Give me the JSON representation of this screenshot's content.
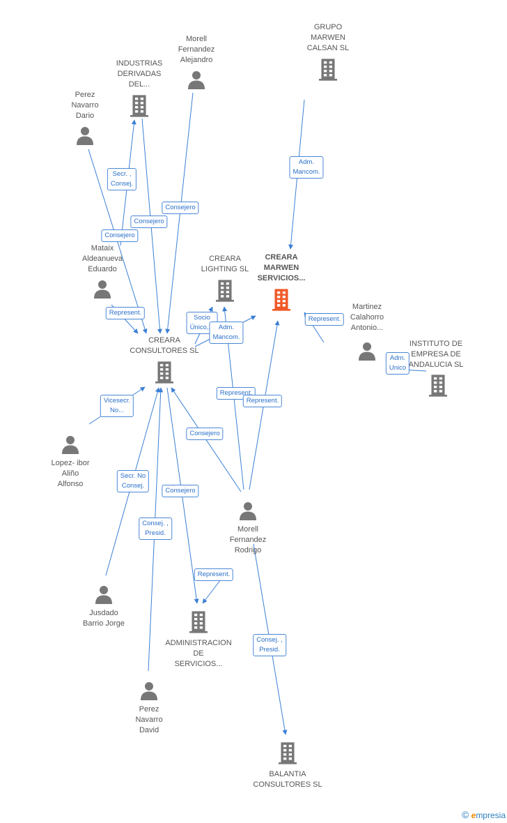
{
  "colors": {
    "edge": "#3a7fd5",
    "person": "#777777",
    "company": "#777777",
    "focus": "#f05a28"
  },
  "nodes": [
    {
      "id": "industrias",
      "kind": "company",
      "label": "INDUSTRIAS\nDERIVADAS\nDEL..."
    },
    {
      "id": "morell_alejandro",
      "kind": "person",
      "label": "Morell\nFernandez\nAlejandro"
    },
    {
      "id": "grupo_marwen",
      "kind": "company",
      "label": "GRUPO\nMARWEN\nCALSAN SL"
    },
    {
      "id": "perez_dario",
      "kind": "person",
      "label": "Perez\nNavarro\nDario"
    },
    {
      "id": "mataix",
      "kind": "person",
      "label": "Mataix\nAldeanueva\nEduardo"
    },
    {
      "id": "creara_lighting",
      "kind": "company",
      "label": "CREARA\nLIGHTING SL"
    },
    {
      "id": "creara_marwen",
      "kind": "company",
      "focus": true,
      "label": "CREARA\nMARWEN\nSERVICIOS..."
    },
    {
      "id": "martinez",
      "kind": "person",
      "label": "Martinez\nCalahorro\nAntonio..."
    },
    {
      "id": "instituto",
      "kind": "company",
      "label": "INSTITUTO DE\nEMPRESA DE\nANDALUCIA SL"
    },
    {
      "id": "creara_consultores",
      "kind": "company",
      "label": "CREARA\nCONSULTORES SL"
    },
    {
      "id": "lopez",
      "kind": "person",
      "label": "Lopez- ibor\nAliño\nAlfonso"
    },
    {
      "id": "morell_rodrigo",
      "kind": "person",
      "label": "Morell\nFernandez\nRodrigo"
    },
    {
      "id": "jusdado",
      "kind": "person",
      "label": "Jusdado\nBarrio Jorge"
    },
    {
      "id": "administracion",
      "kind": "company",
      "label": "ADMINISTRACION\nDE\nSERVICIOS..."
    },
    {
      "id": "perez_david",
      "kind": "person",
      "label": "Perez\nNavarro\nDavid"
    },
    {
      "id": "balantia",
      "kind": "company",
      "label": "BALANTIA\nCONSULTORES SL"
    }
  ],
  "edges": [
    {
      "from": "grupo_marwen",
      "to": "creara_marwen",
      "label": "Adm.\nMancom."
    },
    {
      "from": "perez_dario",
      "to": "creara_consultores",
      "label": "Secr. ,\nConsej."
    },
    {
      "from": "mataix",
      "to": "industrias",
      "label": "Consejero"
    },
    {
      "from": "morell_alejandro",
      "to": "creara_consultores",
      "label": "Consejero"
    },
    {
      "from": "industrias",
      "to": "creara_consultores",
      "label": "Consejero"
    },
    {
      "from": "mataix",
      "to": "creara_consultores",
      "label": "Represent."
    },
    {
      "from": "creara_consultores",
      "to": "creara_lighting",
      "label": "Socio\nÚnico,..."
    },
    {
      "from": "creara_consultores",
      "to": "creara_marwen",
      "label": "Adm.\nMancom."
    },
    {
      "from": "martinez",
      "to": "creara_marwen",
      "label": "Represent."
    },
    {
      "from": "martinez",
      "to": "instituto",
      "label": "Adm.\nUnico"
    },
    {
      "from": "morell_rodrigo",
      "to": "creara_lighting",
      "label": "Represent."
    },
    {
      "from": "morell_rodrigo",
      "to": "creara_marwen",
      "label": "Represent."
    },
    {
      "from": "lopez",
      "to": "creara_consultores",
      "label": "Vicesecr.\nNo..."
    },
    {
      "from": "morell_rodrigo",
      "to": "creara_consultores",
      "label": "Consejero"
    },
    {
      "from": "jusdado",
      "to": "creara_consultores",
      "label": "Secr. No\nConsej."
    },
    {
      "from": "creara_consultores",
      "to": "administracion",
      "label": "Consejero"
    },
    {
      "from": "perez_david",
      "to": "creara_consultores",
      "label": "Consej. ,\nPresid."
    },
    {
      "from": "morell_rodrigo",
      "to": "administracion",
      "label": "Represent."
    },
    {
      "from": "morell_rodrigo",
      "to": "balantia",
      "label": "Consej. ,\nPresid."
    }
  ],
  "footer": {
    "copyright": "©",
    "brand_initial": "e",
    "brand_rest": "mpresia"
  }
}
